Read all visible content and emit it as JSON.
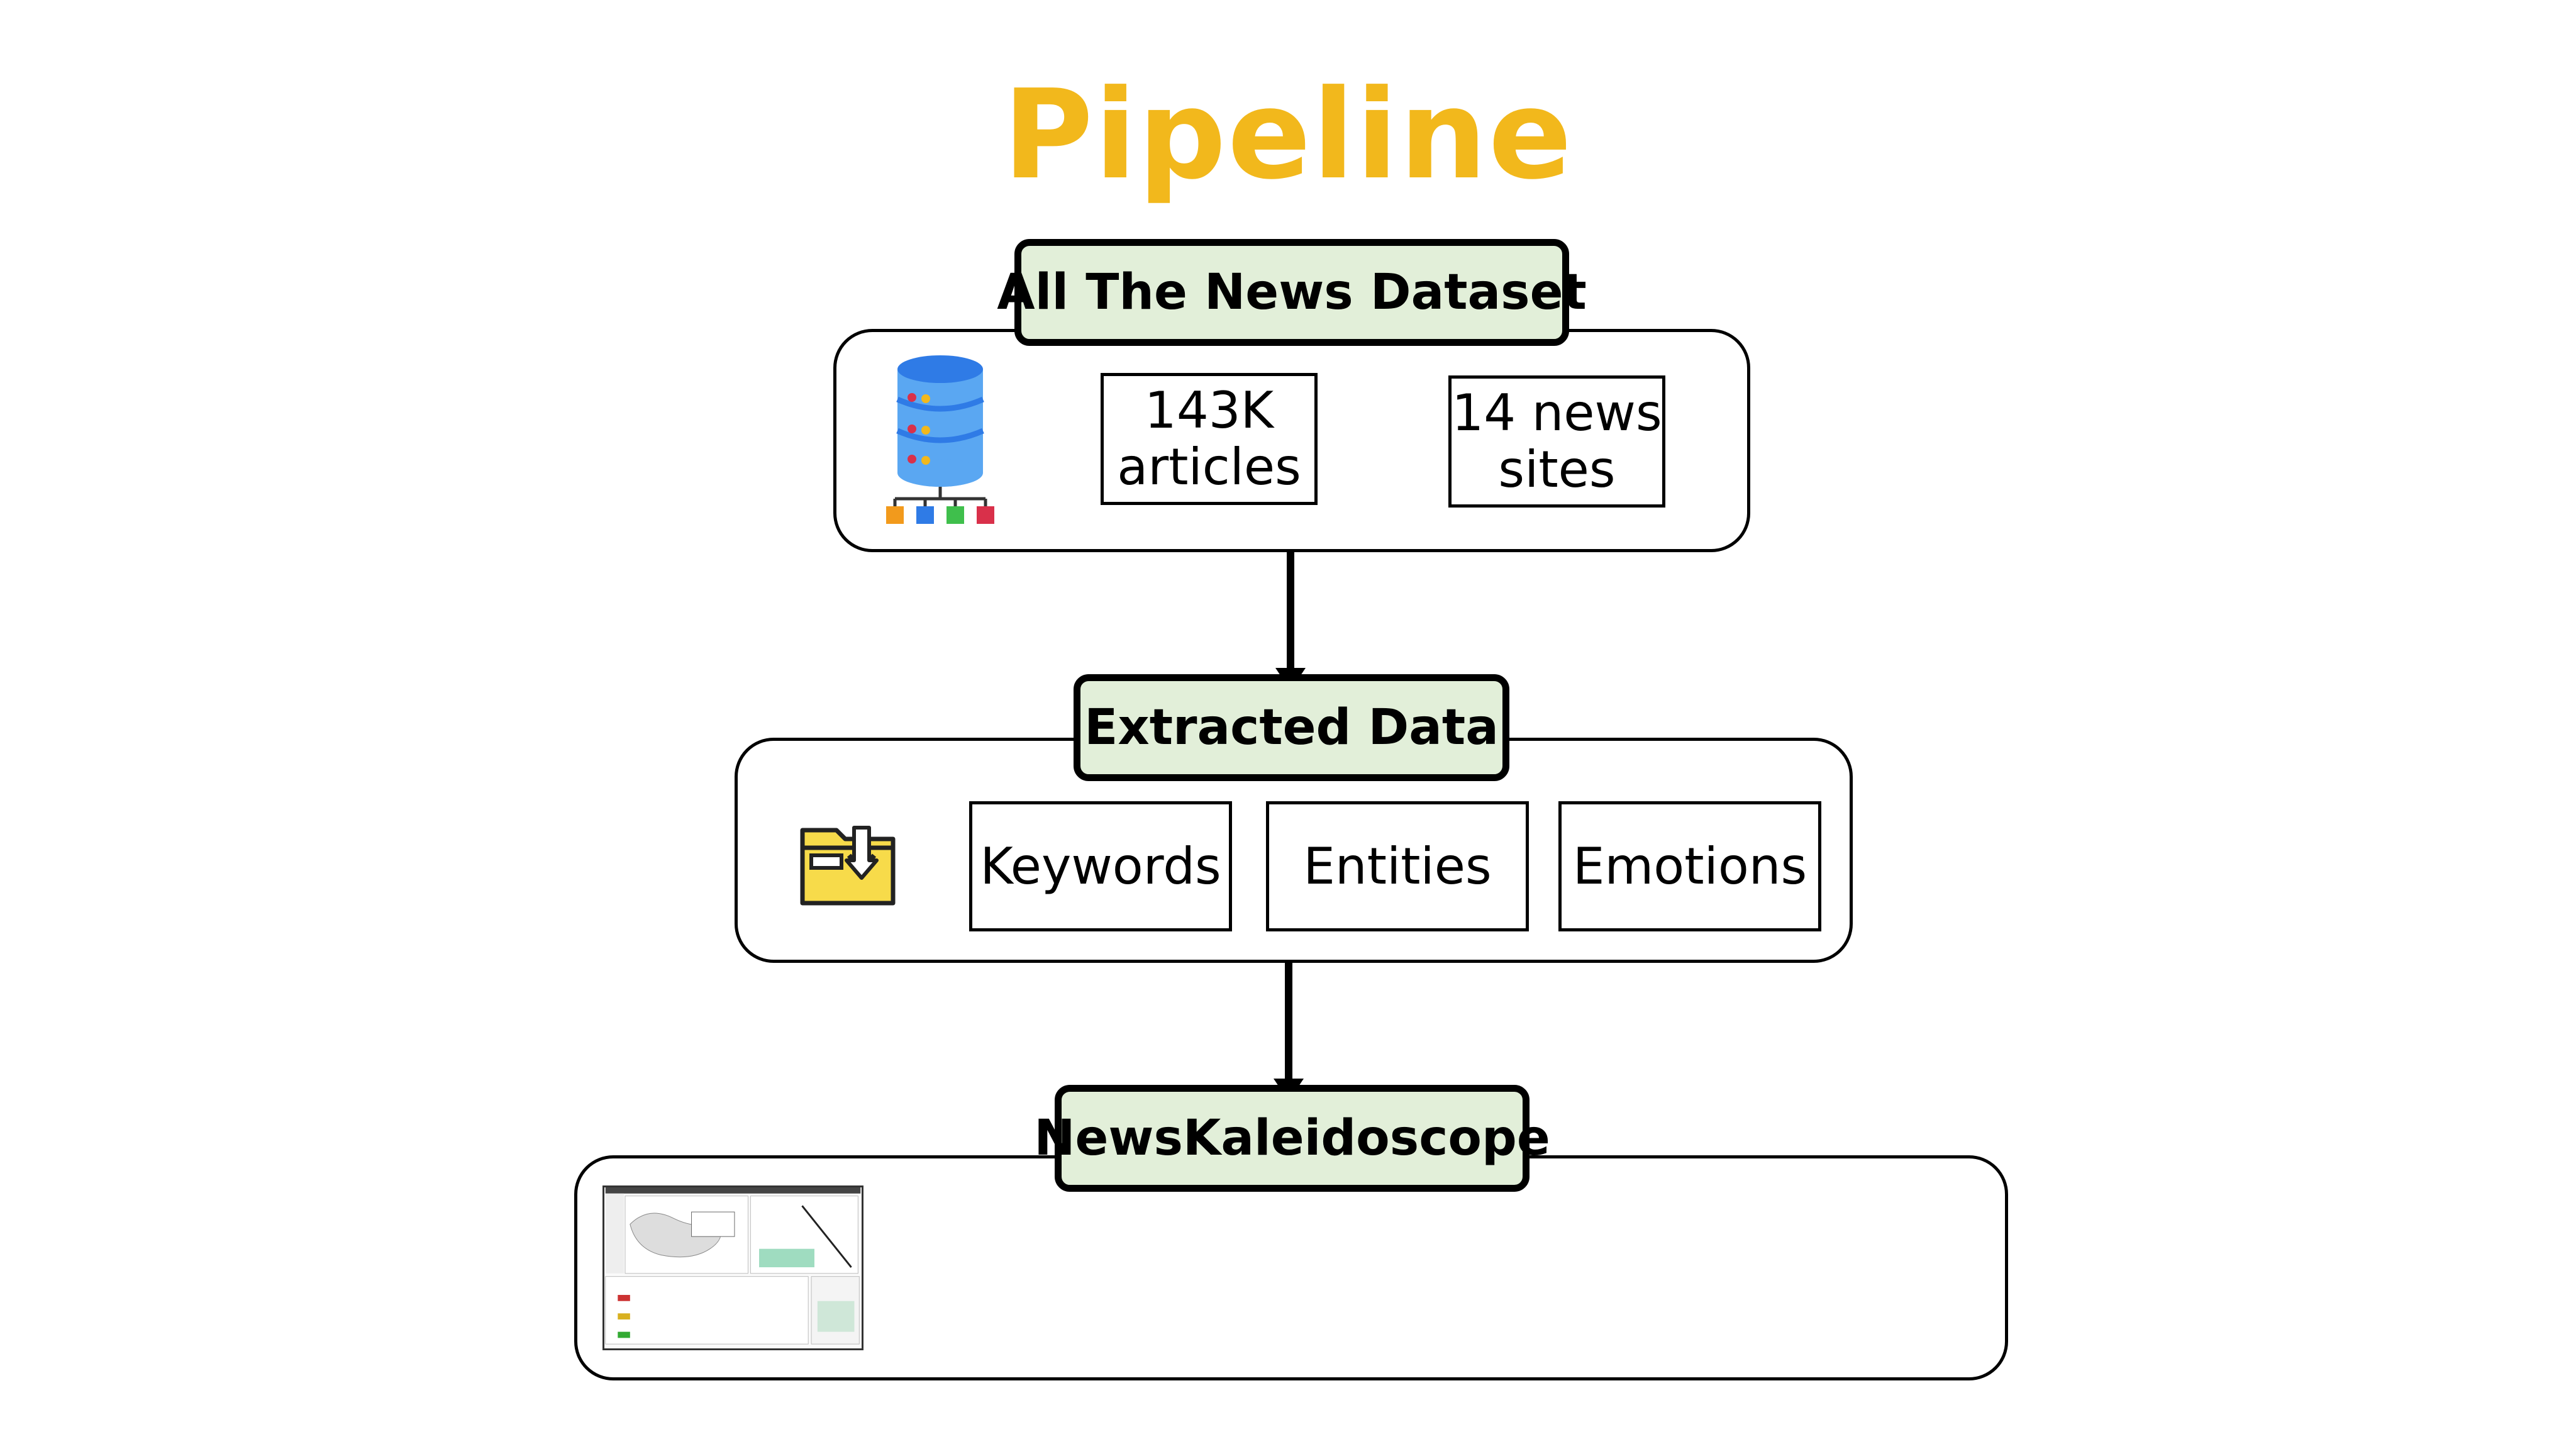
{
  "title": "Pipeline",
  "stages": [
    {
      "label": "All The News Dataset",
      "icon": "database-icon",
      "items": [
        "143K\narticles",
        "14 news\nsites"
      ]
    },
    {
      "label": "Extracted Data",
      "icon": "folder-download-icon",
      "items": [
        "Keywords",
        "Entities",
        "Emotions"
      ]
    },
    {
      "label": "NewsKaleidoscope",
      "icon": "app-screenshot-thumbnail",
      "items": []
    }
  ],
  "colors": {
    "title": "#f2b81c",
    "stage_label_bg": "#e2efd9",
    "border": "#000000"
  }
}
